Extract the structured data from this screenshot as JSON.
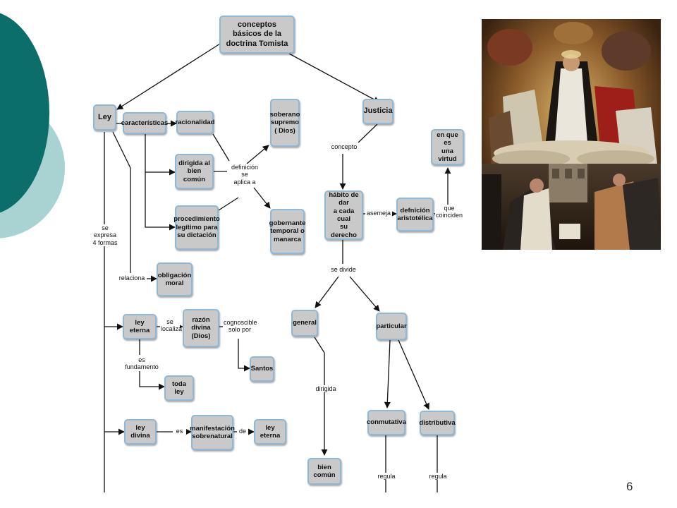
{
  "slide_number": "6",
  "nodes": {
    "conceptos": "conceptos básicos de la\ndoctrina Tomista",
    "ley": "Ley",
    "caracteristicas": "características",
    "racionalidad": "racionalidad",
    "dirigida": "dirigida al\nbien común",
    "procedimiento": "procedimiento\nlegítimo para\nsu dictación",
    "soberano": "soberano\nsupremo\n( Dios)",
    "gobernante": "gobernante\ntemporal o\nmanarca",
    "obligacion": "obligación\nmoral",
    "ley_eterna": "ley eterna",
    "razon_divina": "razón divina\n(Dios)",
    "santos": "Santos",
    "toda_ley": "toda ley",
    "ley_divina": "ley divina",
    "manifestacion": "manifestación\nsobrenatural",
    "ley_eterna2": "ley eterna",
    "justicia": "Justicia",
    "habito": "hábito de dar\na cada cual\nsu derecho",
    "definicion": "defnición\naristotélica",
    "virtud": "en que es\nuna virtud",
    "general": "general",
    "particular": "particular",
    "bien_comun": "bien común",
    "conmutativa": "conmutativa",
    "distributiva": "distributiva"
  },
  "labels": {
    "definicion_se_aplica": "definición se\naplica a",
    "concepto": "concepto",
    "asemeja": "asemeja",
    "que_coinciden": "que\ncoinciden",
    "se_expresa": "se expresa\n4 formas",
    "relaciona": "relaciona",
    "se_localiza": "se\nlocaliza",
    "cognoscible": "cognoscible\nsolo por",
    "es_fundamento": "es fundamento",
    "es": "es",
    "de": "de",
    "se_divide": "se divide",
    "dirigida": "dirigida",
    "regula1": "regula",
    "regula2": "regula"
  },
  "colors": {
    "teal_dark": "#0b6e6b",
    "teal_light": "#a8d3d2",
    "node_fill": "#c9c9c9",
    "node_border": "#8fb8d8"
  }
}
